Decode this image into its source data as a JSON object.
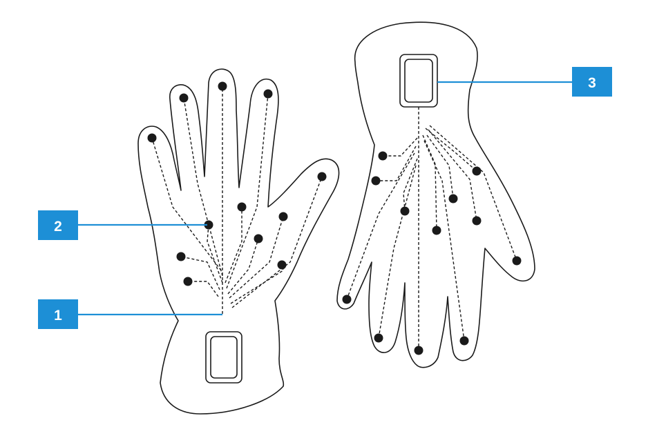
{
  "callouts": [
    {
      "label": "1",
      "color": "#1d8fd6"
    },
    {
      "label": "2",
      "color": "#1d8fd6"
    },
    {
      "label": "3",
      "color": "#1d8fd6"
    }
  ],
  "icons": {
    "left_glove": "glove-palm-icon",
    "right_glove": "glove-back-icon"
  }
}
